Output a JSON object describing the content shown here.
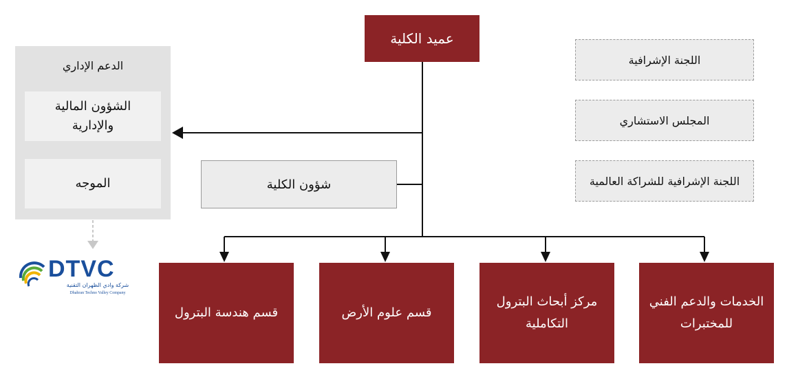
{
  "dean": "عميد الكلية",
  "committees": [
    "اللجنة الإشرافية",
    "المجلس الاستشاري",
    "اللجنة الإشرافية للشراكة العالمية"
  ],
  "college_affairs": "شؤون الكلية",
  "admin_support": {
    "title": "الدعم الإداري",
    "items": [
      "الشؤون المالية والإدارية",
      "الموجه"
    ]
  },
  "departments": [
    "الخدمات والدعم الفني للمختبرات",
    "مركز أبحاث البترول التكاملية",
    "قسم علوم الأرض",
    "قسم هندسة البترول"
  ],
  "logo": {
    "name": "DTVC",
    "arabic": "شركة وادي الظهران التقنية",
    "english": "Dhahran Techno Valley Company"
  },
  "colors": {
    "primary": "#8b2326",
    "box_fill": "#ececec",
    "support_fill": "#e2e2e2",
    "line": "#111111",
    "logo_blue": "#1a4f9c",
    "logo_green": "#5aaa3a",
    "logo_yellow": "#f0b400"
  }
}
